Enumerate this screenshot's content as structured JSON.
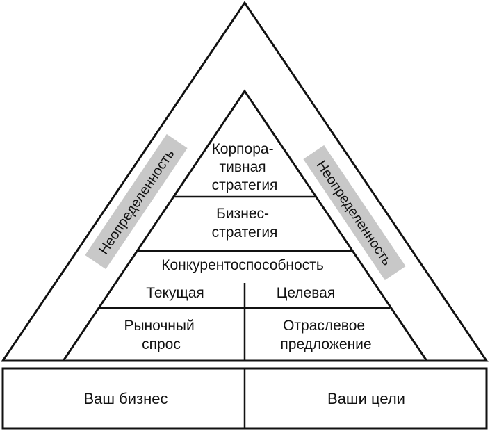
{
  "pyramid": {
    "corporate_strategy": [
      "Корпора-",
      "тивная",
      "стратегия"
    ],
    "business_strategy": [
      "Бизнес-",
      "стратегия"
    ],
    "competitiveness": "Конкурентоспособность",
    "current": "Текущая",
    "target": "Целевая",
    "market_demand": [
      "Рыночный",
      "спрос"
    ],
    "industry_supply": [
      "Отраслевое",
      "предложение"
    ]
  },
  "sides": {
    "left_uncertainty": "Неопределенность",
    "right_uncertainty": "Неопределенность"
  },
  "base": {
    "your_business": "Ваш бизнес",
    "your_goals": "Ваши цели"
  },
  "colors": {
    "line": "#111111",
    "uncertainty_band": "#c8c8c8",
    "background": "#ffffff"
  }
}
